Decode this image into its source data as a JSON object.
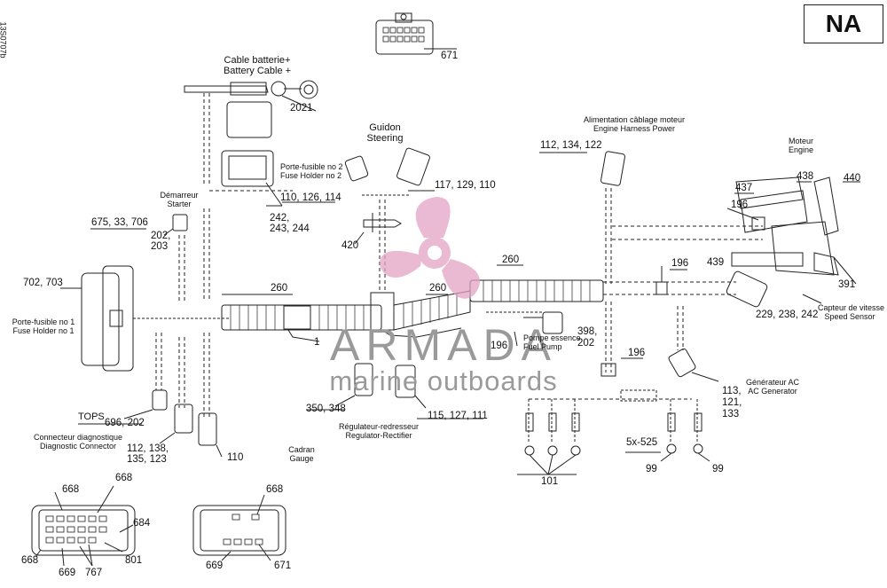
{
  "region_box": "NA",
  "drawing_code": "13S0707b",
  "watermark": {
    "name": "ARMADA",
    "subtitle": "marine outboards"
  },
  "labels": {
    "cable_fr": "Cable batterie+",
    "cable_en": "Battery Cable +",
    "guidon_fr": "Guidon",
    "guidon_en": "Steering",
    "alim_fr": "Alimentation câblage moteur",
    "alim_en": "Engine Harness Power",
    "moteur_fr": "Moteur",
    "moteur_en": "Engine",
    "fuse2_fr": "Porte-fusible no 2",
    "fuse2_en": "Fuse Holder no 2",
    "starter_fr": "Démarreur",
    "starter_en": "Starter",
    "fuse1_fr": "Porte-fusible no 1",
    "fuse1_en": "Fuse Holder no 1",
    "speed_fr": "Capteur de vitesse",
    "speed_en": "Speed Sensor",
    "pump_fr": "Pompe essence",
    "pump_en": "Fuel Pump",
    "acgen_fr": "Générateur AC",
    "acgen_en": "AC Generator",
    "regulator_fr": "Régulateur-redresseur",
    "regulator_en": "Regulator-Rectifier",
    "diag_fr": "Connecteur diagnostique",
    "diag_en": "Diagnostic Connector",
    "gauge_fr": "Cadran",
    "gauge_en": "Gauge",
    "tops": "TOPS"
  },
  "callouts": {
    "n671_top": "671",
    "n2021": "2021",
    "n112_134_122": "112, 134, 122",
    "n117_129_110": "117, 129, 110",
    "n110_126_114": "110, 126, 114",
    "n438": "438",
    "n437": "437",
    "n440": "440",
    "n196_engine": "196",
    "n242": "242,",
    "n243_244": "243, 244",
    "n675": "675, 33, 706",
    "n202": "202,",
    "n203": "203",
    "n420": "420",
    "n260_right": "260",
    "n196_mid": "196",
    "n439": "439",
    "n391": "391",
    "n702": "702, 703",
    "n260_left": "260",
    "n260_center": "260",
    "n229": "229, 238, 242",
    "n1": "1",
    "n196_pump": "196",
    "n398": "398,",
    "n398b": "202",
    "n196_lower": "196",
    "n113": "113,",
    "n121": "121,",
    "n133": "133",
    "n350": "350, 348",
    "n115": "115, 127, 111",
    "n696": "696, 202",
    "n112b": "112, 138,",
    "n135": "135, 123",
    "n110": "110",
    "n5x525": "5x-525",
    "n101": "101",
    "n99a": "99",
    "n99b": "99",
    "n668_a": "668",
    "n668_b": "668",
    "n668_c": "668",
    "n684": "684",
    "n801": "801",
    "n669_a": "669",
    "n767": "767",
    "n668_d": "668",
    "n669_b": "669",
    "n671_b": "671"
  },
  "colors": {
    "watermark_gray": "#9a9a9a",
    "watermark_pink": "#e3a2c4",
    "line": "#222222"
  }
}
